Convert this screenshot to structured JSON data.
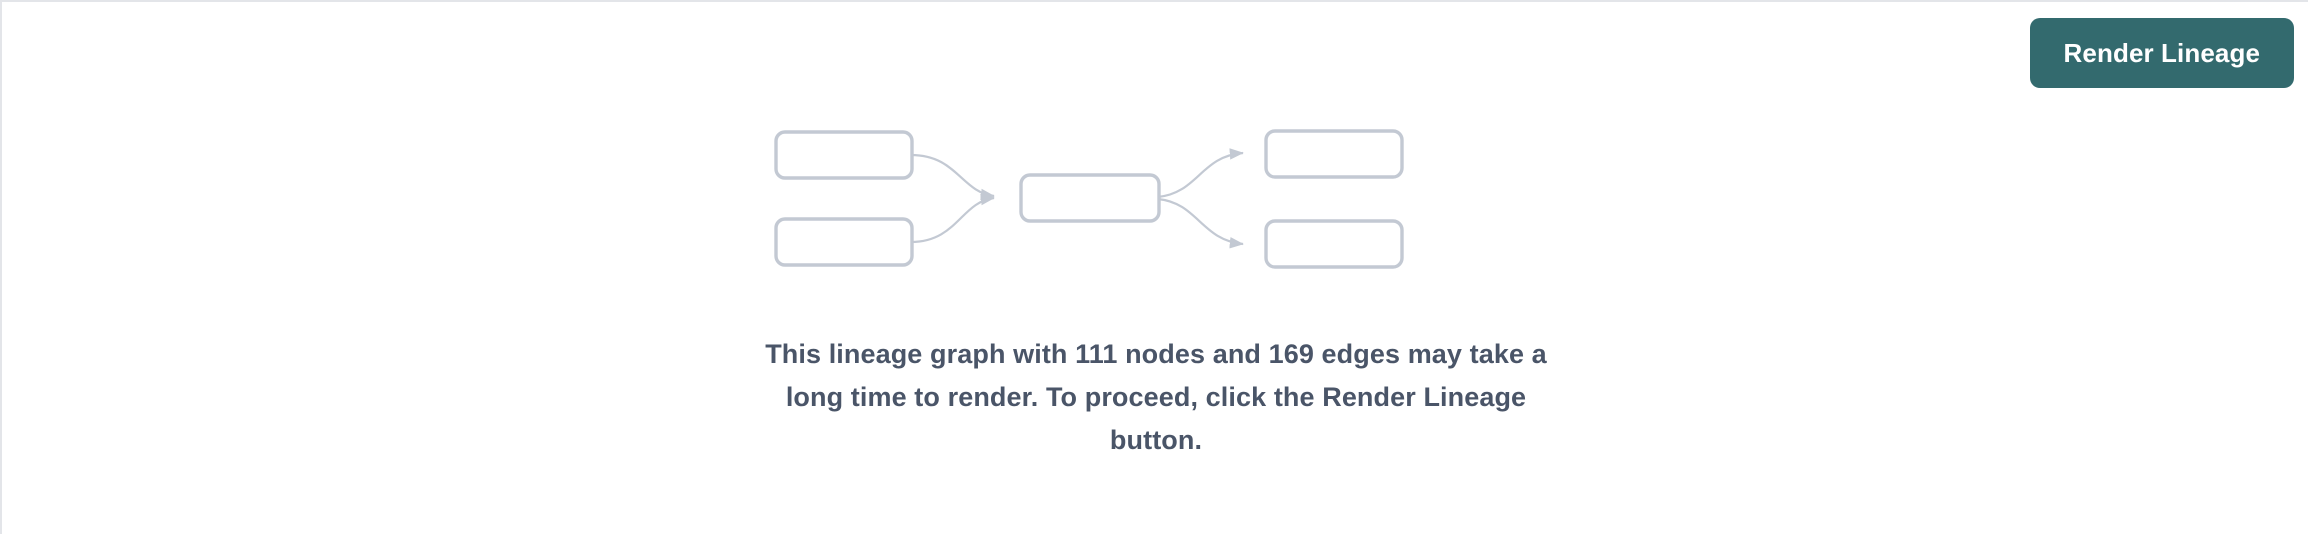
{
  "panel": {
    "background_color": "#ffffff",
    "border_color": "#e3e5e9"
  },
  "toolbar": {
    "render_button_label": "Render Lineage",
    "render_button_color": "#336a6e",
    "render_button_text_color": "#ffffff"
  },
  "empty_state": {
    "message": "This lineage graph with 111 nodes and 169 edges may take a long time to render. To proceed, click the Render Lineage button.",
    "message_color": "#4a5568",
    "node_count": 111,
    "edge_count": 169,
    "graphic": {
      "stroke_color": "#c3c9d3",
      "node_fill": "#ffffff",
      "nodes": [
        {
          "id": "upstream-1",
          "label": ""
        },
        {
          "id": "upstream-2",
          "label": ""
        },
        {
          "id": "center",
          "label": ""
        },
        {
          "id": "downstream-1",
          "label": ""
        },
        {
          "id": "downstream-2",
          "label": ""
        }
      ],
      "edges": [
        {
          "from": "upstream-1",
          "to": "center"
        },
        {
          "from": "upstream-2",
          "to": "center"
        },
        {
          "from": "center",
          "to": "downstream-1"
        },
        {
          "from": "center",
          "to": "downstream-2"
        }
      ]
    }
  }
}
